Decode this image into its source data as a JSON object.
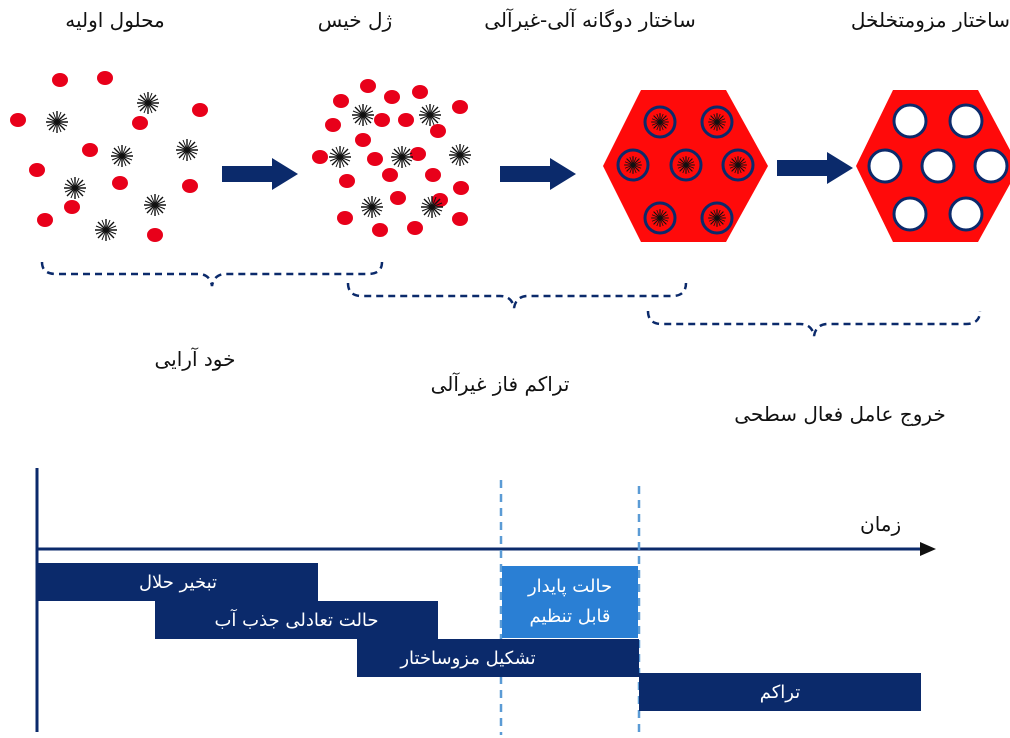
{
  "stages": {
    "initial_solution": "محلول اولیه",
    "wet_gel": "ژل خیس",
    "dual_structure": "ساختار دوگانه آلی-غیرآلی",
    "mesoporous": "ساختار مزومتخلخل"
  },
  "phases": {
    "self_assembly": "خود آرایی",
    "inorganic_condensation": "تراکم فاز غیرآلی",
    "surfactant_removal": "خروج عامل فعال سطحی"
  },
  "timeline": {
    "axis_label": "زمان",
    "bars": {
      "solvent_evaporation": "تبخیر حلال",
      "water_equilibrium": "حالت تعادلی جذب آب",
      "mesostructure_formation": "تشکیل مزوساختار",
      "tunable_steady_line1": "حالت پایدار",
      "tunable_steady_line2": "قابل تنظیم",
      "condensation": "تراکم"
    }
  },
  "colors": {
    "particle_red": "#e8001a",
    "hexagon_red": "#ff0a0a",
    "navy": "#0b2a6b",
    "steady_blue": "#2a7fd4",
    "dash_blue": "#5b9bd5"
  },
  "icons": {
    "surfactant": "asterisk-micelle",
    "arrow": "right-arrow"
  }
}
